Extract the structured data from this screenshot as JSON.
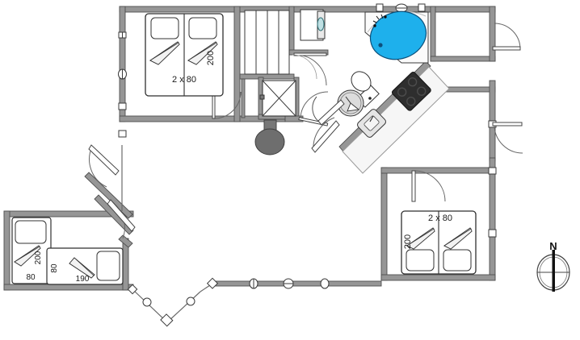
{
  "document": {
    "type": "floor-plan",
    "title": "Holiday house floor plan",
    "background_color": "#ffffff",
    "wall_color": "#8c8c8c",
    "wall_outline_color": "#4d4d4d",
    "furniture_outline_color": "#3a3a3a",
    "furniture_fill_color": "#ffffff",
    "whirlpool_color": "#1eb0ec",
    "cooktop_color": "#2e2e2e",
    "stove_color": "#6e6e6e"
  },
  "rooms": [
    {
      "id": "bedroom-north-west",
      "name": "Bedroom north-west",
      "beds": [
        {
          "label_width": "2 x 80",
          "label_length": "200",
          "length_rotated": true
        }
      ]
    },
    {
      "id": "wardrobe-closet",
      "name": "Closet / wardrobe",
      "labels": []
    },
    {
      "id": "utility-room",
      "name": "Utility room with washing machine",
      "labels": []
    },
    {
      "id": "bathroom-whirlpool",
      "name": "Bathroom with whirlpool",
      "labels": []
    },
    {
      "id": "shower-cabin",
      "name": "Shower cabin",
      "labels": []
    },
    {
      "id": "kitchen",
      "name": "Kitchen counter with sink and cooktop",
      "labels": []
    },
    {
      "id": "living-room",
      "name": "Living room with wood stove",
      "labels": []
    },
    {
      "id": "bedroom-south-west",
      "name": "Bedroom south-west",
      "beds": [
        {
          "label_width": "80",
          "label_length": "200",
          "length_rotated": true
        },
        {
          "label_width": "190",
          "label_length": "80",
          "length_rotated": true
        }
      ]
    },
    {
      "id": "bedroom-south-east",
      "name": "Bedroom south-east",
      "beds": [
        {
          "label_width": "2 x 80",
          "label_length": "200",
          "length_rotated": true
        }
      ]
    }
  ],
  "labels": {
    "bedroom_nw_bed_width": "2 x 80",
    "bedroom_nw_bed_length": "200",
    "bedroom_se_bed_width": "2 x 80",
    "bedroom_se_bed_length": "200",
    "bedroom_sw_bed1_width": "80",
    "bedroom_sw_bed1_length": "200",
    "bedroom_sw_bed2_width": "190",
    "bedroom_sw_bed2_length": "80"
  },
  "compass": {
    "north_label": "N",
    "name": "compass-rose"
  },
  "fixtures": [
    {
      "name": "whirlpool-tub",
      "color": "#1eb0ec"
    },
    {
      "name": "toilet",
      "color": "#ffffff"
    },
    {
      "name": "washing-machine",
      "color": "#ffffff"
    },
    {
      "name": "kitchen-sink",
      "color": "#e8e8e8"
    },
    {
      "name": "cooktop",
      "color": "#2e2e2e"
    },
    {
      "name": "wood-stove",
      "color": "#6e6e6e"
    },
    {
      "name": "round-table",
      "color": "#dcdcdc"
    },
    {
      "name": "shower-cabin",
      "color": "#ffffff"
    }
  ]
}
